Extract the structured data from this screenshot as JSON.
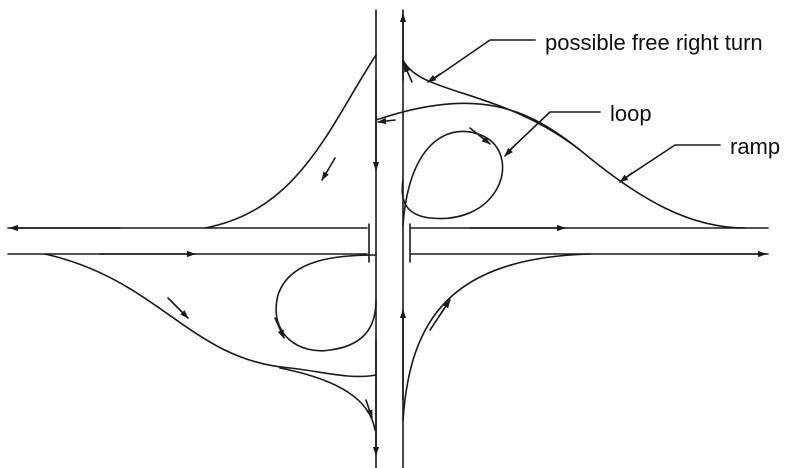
{
  "diagram": {
    "labels": {
      "free_right_turn": "possible free right turn",
      "loop": "loop",
      "ramp": "ramp"
    },
    "colors": {
      "stroke": "#1a1a1a",
      "text": "#111111",
      "background": "#ffffff"
    }
  }
}
